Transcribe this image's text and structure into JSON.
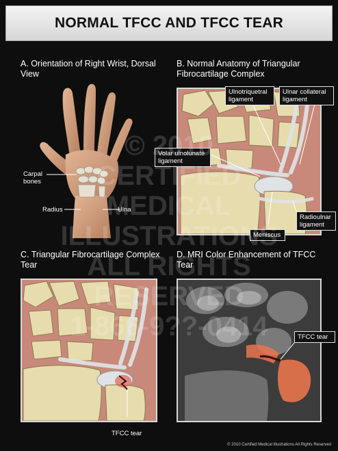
{
  "title": "NORMAL TFCC AND TFCC TEAR",
  "panels": {
    "a": {
      "title": "A. Orientation of Right Wrist, Dorsal View",
      "labels": {
        "carpal": "Carpal bones",
        "radius": "Radius",
        "ulna": "Ulna"
      }
    },
    "b": {
      "title": "B. Normal Anatomy of Triangular Fibrocartilage Complex",
      "labels": {
        "ulnotriquetral": "Ulnotriquetral ligament",
        "ulnar_collateral": "Ulnar collateral ligament",
        "volar": "Volar ulnolunate ligament",
        "radioulnar": "Radioulnar ligament",
        "meniscus": "Meniscus"
      }
    },
    "c": {
      "title": "C. Triangular Fibrocartilage Complex Tear",
      "labels": {
        "tear": "TFCC tear"
      }
    },
    "d": {
      "title": "D. MRI Color Enhancement of TFCC Tear",
      "labels": {
        "tear": "TFCC tear"
      }
    }
  },
  "watermark": [
    "© 2010",
    "CERTIFIED",
    "MEDICAL",
    "ILLUSTRATIONS",
    "ALL RIGHTS",
    "RESERVED",
    "1-866-9??-0414"
  ],
  "copyright": "© 2010 Certified Medical Illustrations All Rights Reserved",
  "colors": {
    "bone": "#e7dcae",
    "ligament": "#dfe3e6",
    "skin": "#d6a584",
    "tear": "#e0412a",
    "mri_highlight": "#e8744d"
  }
}
